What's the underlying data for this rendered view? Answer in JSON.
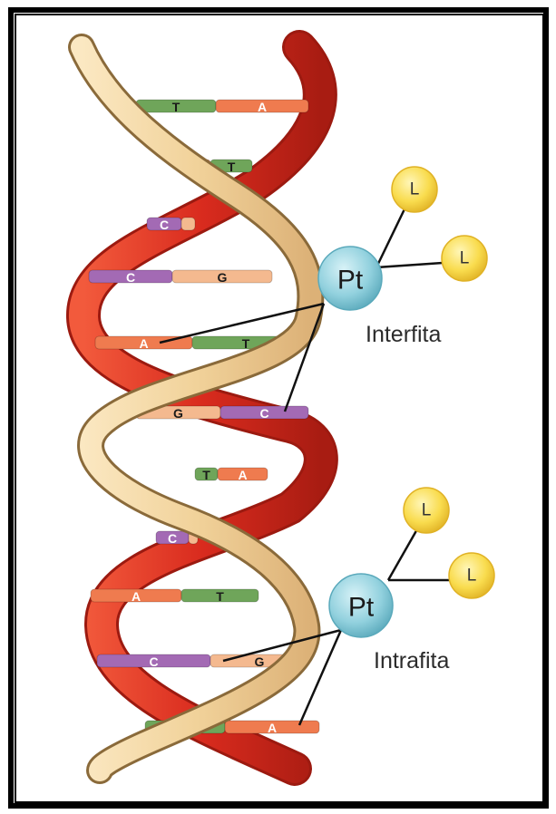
{
  "colors": {
    "strand_red": "#d92b1e",
    "strand_red_dark": "#9c1a10",
    "strand_tan": "#f1d29a",
    "strand_tan_dark": "#b08a4e",
    "base_T": "#6fa55a",
    "base_A": "#ef7b4f",
    "base_C": "#a36ab4",
    "base_G": "#f4b98f",
    "pt_fill": "#8fcfdc",
    "ligand_fill": "#f7d94a",
    "bond": "#111111"
  },
  "base_pairs": [
    {
      "left": "T",
      "right": "A"
    },
    {
      "left": "",
      "right": "T"
    },
    {
      "left": "C",
      "right": ""
    },
    {
      "left": "C",
      "right": "G"
    },
    {
      "left": "A",
      "right": "T"
    },
    {
      "left": "G",
      "right": "C"
    },
    {
      "left": "T",
      "right": "A"
    },
    {
      "left": "C",
      "right": ""
    },
    {
      "left": "A",
      "right": "T"
    },
    {
      "left": "C",
      "right": "G"
    },
    {
      "left": "T",
      "right": "A"
    }
  ],
  "complexes": [
    {
      "metal": "Pt",
      "ligands": [
        "L",
        "L"
      ],
      "caption": "Interfita"
    },
    {
      "metal": "Pt",
      "ligands": [
        "L",
        "L"
      ],
      "caption": "Intrafita"
    }
  ]
}
